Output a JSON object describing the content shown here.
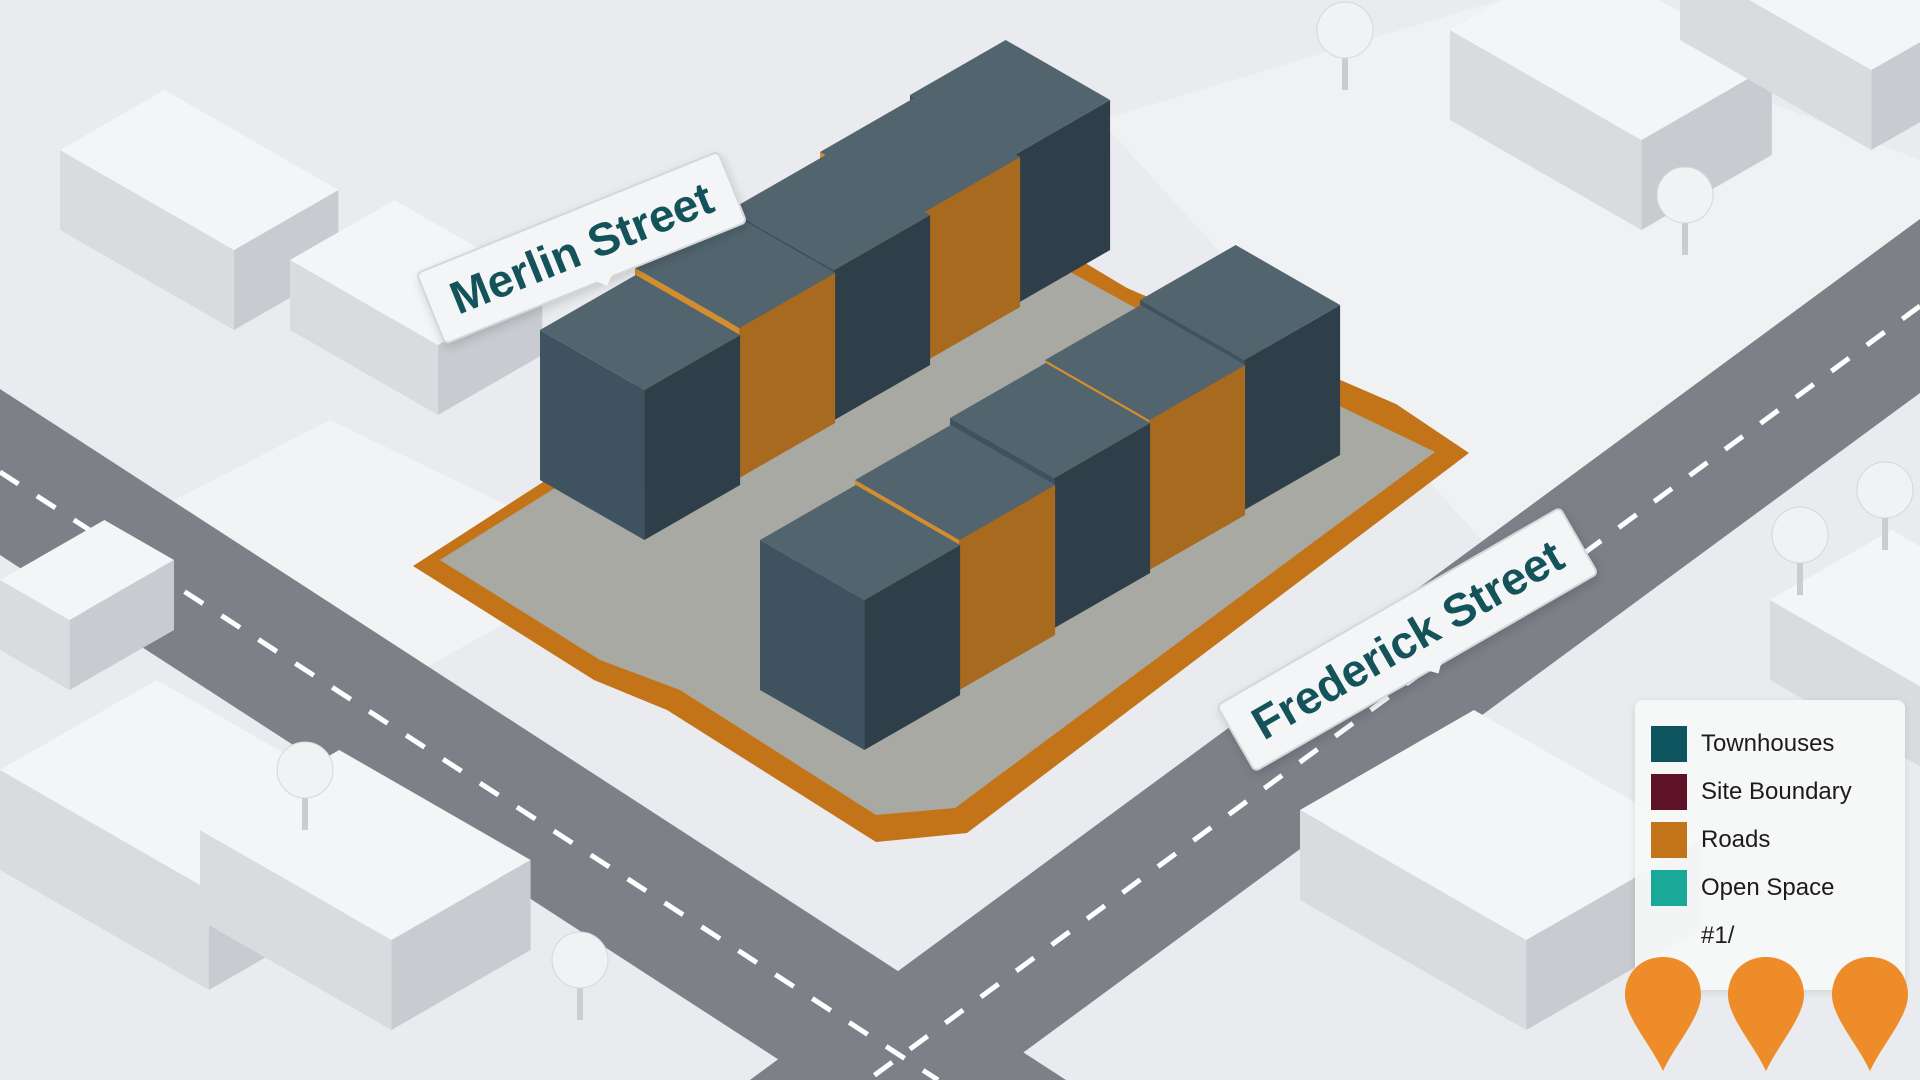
{
  "streets": {
    "merlin": "Merlin Street",
    "frederick": "Frederick Street"
  },
  "legend": {
    "items": [
      {
        "label": "Townhouses",
        "color": "#0f5560"
      },
      {
        "label": "Site Boundary",
        "color": "#5e1228"
      },
      {
        "label": "Roads",
        "color": "#c47418"
      },
      {
        "label": "Open Space",
        "color": "#1aa898"
      }
    ],
    "extra_text": "#1/"
  },
  "colors": {
    "building_slate": "#3e5260",
    "building_orange": "#d38d2c",
    "boundary": "#c47418",
    "pin": "#ee8c2a",
    "road": "#7d8087"
  },
  "pins": [
    {
      "icon": "map-pin-icon"
    },
    {
      "icon": "map-pin-icon"
    },
    {
      "icon": "map-pin-icon"
    }
  ]
}
